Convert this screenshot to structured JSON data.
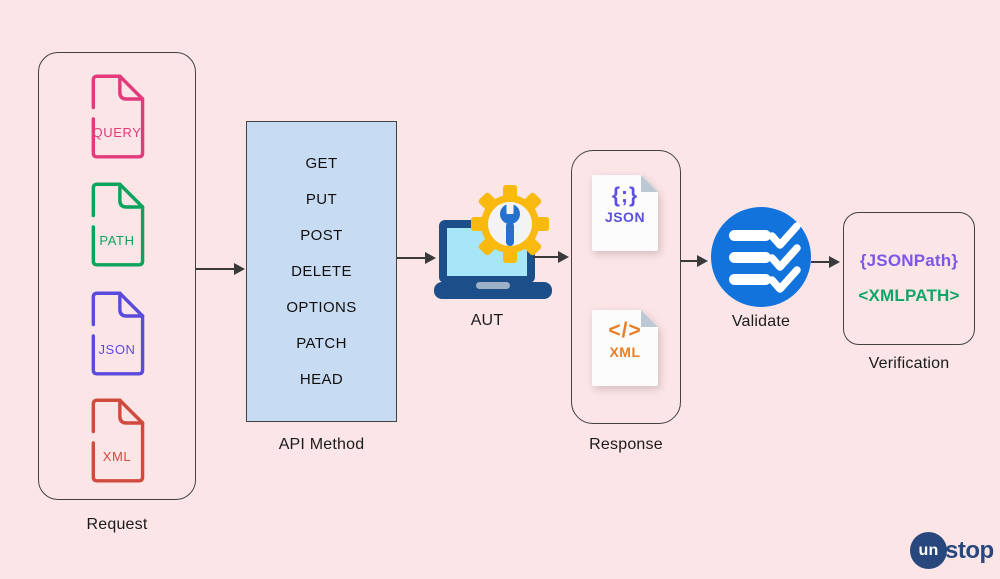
{
  "request": {
    "label": "Request",
    "files": [
      {
        "name": "QUERY",
        "color": "#E23A7B"
      },
      {
        "name": "PATH",
        "color": "#0DA35D"
      },
      {
        "name": "JSON",
        "color": "#5A4BDB"
      },
      {
        "name": "XML",
        "color": "#D14A3E"
      }
    ]
  },
  "api_method": {
    "label": "API Method",
    "methods": [
      "GET",
      "PUT",
      "POST",
      "DELETE",
      "OPTIONS",
      "PATCH",
      "HEAD"
    ]
  },
  "aut": {
    "label": "AUT"
  },
  "response": {
    "label": "Response",
    "files": [
      {
        "symbol": "{;}",
        "name": "JSON",
        "color": "#5B50E0"
      },
      {
        "symbol": "</>",
        "name": "XML",
        "color": "#E87E26"
      }
    ]
  },
  "validate": {
    "label": "Validate"
  },
  "verification": {
    "label": "Verification",
    "items": [
      {
        "text": "{JSONPath}",
        "color": "#7B57E5"
      },
      {
        "text": "<XMLPATH>",
        "color": "#0FA56A"
      }
    ]
  },
  "logo": {
    "prefix": "un",
    "suffix": "stop"
  },
  "colors": {
    "background": "#FBE5E7",
    "box_border": "#424242",
    "api_box_fill": "#C7DBF3",
    "arrow": "#3A3A3A",
    "validate_blue": "#1273DC",
    "gear_yellow": "#F9B90F",
    "wrench_blue": "#2471CE",
    "laptop_navy": "#1C4E8A",
    "laptop_screen": "#A6E6F8",
    "paper_fold": "#BCC9D5",
    "logo_navy": "#28477C"
  }
}
